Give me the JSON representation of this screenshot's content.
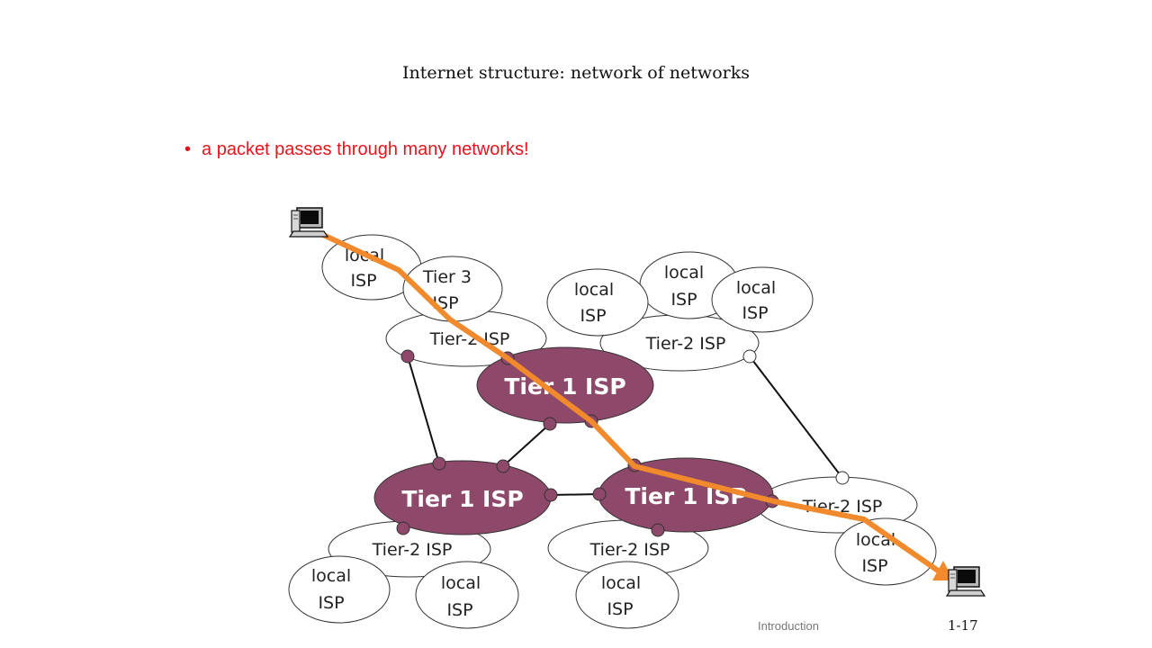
{
  "title": "Internet structure: network of networks",
  "bullet": "a packet passes through many networks!",
  "footer": {
    "label": "Introduction",
    "page": "1-17"
  },
  "colors": {
    "tier1_fill": "#8e4869",
    "packet_path": "#f08a2c",
    "bullet_text": "#e8141d"
  },
  "icons": {
    "source_host": "computer-icon",
    "dest_host": "computer-icon"
  },
  "networks": {
    "tier1_top": "Tier 1 ISP",
    "tier1_left": "Tier 1 ISP",
    "tier1_right": "Tier 1 ISP",
    "tier2_topleft": "Tier-2 ISP",
    "tier2_topright": "Tier-2 ISP",
    "tier2_right": "Tier-2 ISP",
    "tier2_bottomleft": "Tier-2 ISP",
    "tier2_bottommid": "Tier-2 ISP",
    "tier3": [
      "Tier 3",
      "ISP"
    ],
    "local": [
      "local",
      "ISP"
    ]
  }
}
